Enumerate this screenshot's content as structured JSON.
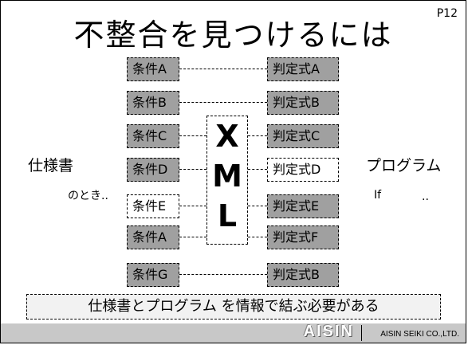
{
  "page_number": "P12",
  "title": "不整合を見つけるには",
  "left_label": "仕様書",
  "left_sublabel": "のとき..",
  "right_label": "プログラム",
  "right_sublabel_if": "If",
  "right_sublabel_dots": "..",
  "xml": [
    "X",
    "M",
    "L"
  ],
  "conditions": [
    "条件A",
    "条件B",
    "条件C",
    "条件D",
    "条件E",
    "条件A",
    "条件G"
  ],
  "judgements": [
    "判定式A",
    "判定式B",
    "判定式C",
    "判定式D",
    "判定式E",
    "判定式F",
    "判定式B"
  ],
  "bottom_banner": "仕様書とプログラム を情報で結ぶ必要がある",
  "footer": {
    "logo": "AISIN",
    "company": "AISIN SEIKI CO.,LTD."
  },
  "colors": {
    "filled_box": "#a0a0a0",
    "footer_bar": "#c8c8c8"
  }
}
